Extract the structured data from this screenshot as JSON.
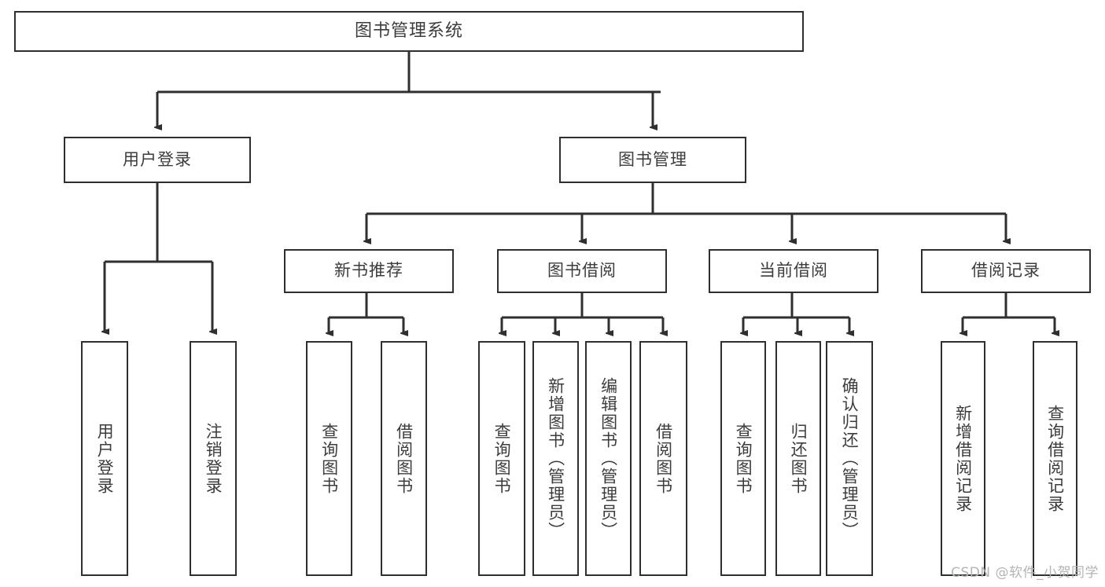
{
  "diagram": {
    "title": "图书管理系统",
    "watermark": "CSDN @软件_小贺同学",
    "stroke_color": "#2f2f2f",
    "text_color": "#3c3c3c",
    "background_color": "#ffffff",
    "watermark_color": "#b4b4b4"
  },
  "nodes": {
    "root": {
      "label": "图书管理系统"
    },
    "level2": [
      {
        "id": "user-login",
        "label": "用户登录"
      },
      {
        "id": "book-manage",
        "label": "图书管理"
      }
    ],
    "level3": [
      {
        "id": "new-book-recommend",
        "label": "新书推荐"
      },
      {
        "id": "book-borrow",
        "label": "图书借阅"
      },
      {
        "id": "current-borrow",
        "label": "当前借阅"
      },
      {
        "id": "borrow-record",
        "label": "借阅记录"
      }
    ],
    "leaves": {
      "user_login": [
        {
          "id": "leaf-user-login",
          "label": "用户登录"
        },
        {
          "id": "leaf-logout-login",
          "label": "注销登录"
        }
      ],
      "new_book_recommend": [
        {
          "id": "leaf-query-book-1",
          "label": "查询图书"
        },
        {
          "id": "leaf-borrow-book-1",
          "label": "借阅图书"
        }
      ],
      "book_borrow": [
        {
          "id": "leaf-query-book-2",
          "label": "查询图书"
        },
        {
          "id": "leaf-add-book",
          "label": "新增图书（管理员）"
        },
        {
          "id": "leaf-edit-book",
          "label": "编辑图书（管理员）"
        },
        {
          "id": "leaf-borrow-book-2",
          "label": "借阅图书"
        }
      ],
      "current_borrow": [
        {
          "id": "leaf-query-book-3",
          "label": "查询图书"
        },
        {
          "id": "leaf-return-book",
          "label": "归还图书"
        },
        {
          "id": "leaf-confirm-return",
          "label": "确认归还（管理员）"
        }
      ],
      "borrow_record": [
        {
          "id": "leaf-add-record",
          "label": "新增借阅记录"
        },
        {
          "id": "leaf-query-record",
          "label": "查询借阅记录"
        }
      ]
    }
  }
}
